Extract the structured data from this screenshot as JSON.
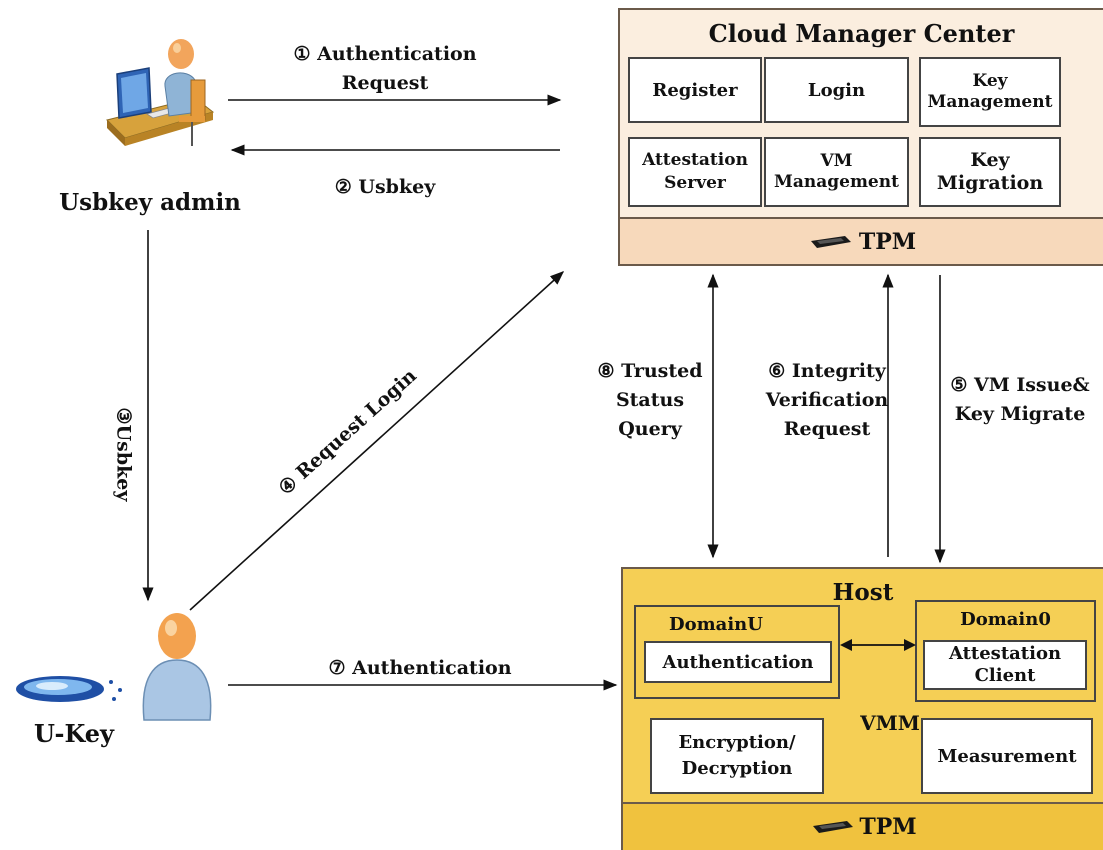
{
  "actors": {
    "admin_label": "Usbkey admin",
    "ukey_label": "U-Key"
  },
  "cloud_center": {
    "title": "Cloud Manager Center",
    "modules": [
      {
        "line1": "Register",
        "line2": ""
      },
      {
        "line1": "Login",
        "line2": ""
      },
      {
        "line1": "Key",
        "line2": "Management"
      },
      {
        "line1": "Attestation",
        "line2": "Server"
      },
      {
        "line1": "VM",
        "line2": "Management"
      },
      {
        "line1": "Key",
        "line2": "Migration"
      }
    ],
    "tpm_label": "TPM"
  },
  "host": {
    "title": "Host",
    "domainu": {
      "title": "DomainU",
      "module": "Authentication"
    },
    "domain0": {
      "title": "Domain0",
      "line1": "Attestation",
      "line2": "Client"
    },
    "vmm_label": "VMM",
    "encryption": {
      "line1": "Encryption/",
      "line2": "Decryption"
    },
    "measurement": "Measurement",
    "tpm_label": "TPM"
  },
  "steps": {
    "s1": {
      "line1": "① Authentication",
      "line2": "Request"
    },
    "s2": "② Usbkey",
    "s3": "③Usbkey",
    "s4": "④ Request Login",
    "s5": {
      "line1": "⑤ VM Issue&",
      "line2": "Key Migrate"
    },
    "s6": {
      "line1": "⑥ Integrity",
      "line2": "Verification",
      "line3": "Request"
    },
    "s7": "⑦ Authentication",
    "s8": {
      "line1": "⑧ Trusted",
      "line2": "Status",
      "line3": "Query"
    }
  },
  "colors": {
    "cloud_bg": "#fbeedf",
    "host_bg": "#f5cf55",
    "tpm_bar_cloud": "#f7d9bb",
    "tpm_bar_host": "#f0c23e"
  }
}
